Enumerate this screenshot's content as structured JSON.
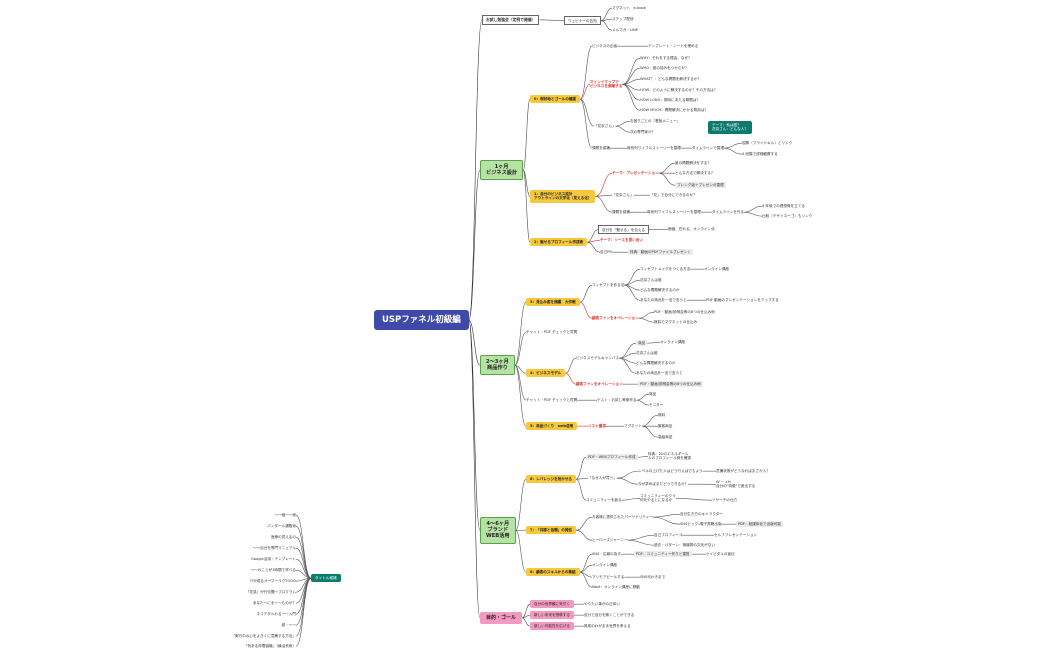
{
  "root": "USPファネル初級編",
  "top": {
    "session": "お試し勉強会（定例で開催）",
    "session_child": "ウェビナーの告知",
    "session_leaves": [
      "マグネット　e-book",
      "ステップ配信",
      "メルマガ・LINE"
    ]
  },
  "month1": {
    "label": "1ヶ月\nビジネス設計",
    "sec0": "0：現状地とゴールの確認",
    "biz_start": "ビジネスの企画",
    "template": "テンプレート・シートを埋める",
    "mindmap": "マインドマップで\nビジネスを俯瞰する",
    "mindmap_items": [
      "WHY：それをする理由、なぜ？",
      "WHO：誰の悩みをつかむか？",
      "WHAT？：どんな問題を解決するか？",
      "HOW：どのように解決するのか？その方法は？",
      "HOW LONG：期待にあたる期間は？",
      "HOW MUCH：問題解決にかかる費用は？"
    ],
    "hanako": "「花奈さん」",
    "hanako_items": [
      "お困りごとの『看板メニュー』",
      "次の専門家か？"
    ],
    "teal_note": "テーマ：私は誰？\n花奈さん：どんな人？",
    "issue": "課題を認識",
    "issue_mid": "時系列ワイフルストーリーを整理",
    "timeline": "タイムラインで整理",
    "timeline_items": [
      "悩奪（プライドキル）とリンク",
      "4 段階で詳細観察する"
    ],
    "sec1": "1：自分のビジネス設計\nアウトラインの文字化（見える化）",
    "theme_present": "テーマ：プレゼンテーション",
    "theme_items": [
      "誰の問題解決をする？",
      "どんな方法で解決する？"
    ],
    "pill_present": "プレシグ組＋プレゼンの整理",
    "hanako2": "「花奈さん」",
    "hanako2_note": "「花」で自分にできるのか？",
    "issue2": "課題を認識",
    "issue2_mid": "時系列ワイフルストーリーを整理",
    "timeline2": "タイムラインを作る",
    "timeline2_items": [
      "4 年後での理想像を立てる",
      "比較（デザイネーゴ）もリンク"
    ],
    "sec2": "2：魅せるプロフィール作成術",
    "outline_node": "自分を『魅せる』を伝える",
    "outline_child": "価値、在れる、オンライン化",
    "theme_source": "テーマ：ソースを思い出い",
    "self_pr": "自己PR",
    "self_pr_child": "特典：動画のPDFファイルプレゼント"
  },
  "month23": {
    "label": "2～3ヶ月\n商品作り",
    "sec3": "3：見込み客を捕獲　大作戦",
    "concept": "コンセプトを作る法",
    "concept_items": [
      "コンセプトメイクをつくる方法",
      "花奈さんは誰",
      "どんな問題解決するのか",
      "あなたの商品を一言で言うと"
    ],
    "online": "オンライン講座",
    "pdf_present": "PDF 動画のプレゼンテーションをアップする",
    "mid_funnel": "顧客ファンをオペレーション",
    "mid_funnel_items": [
      "PDF・動画/説明会等の8つの仕込み術",
      "無料でマグネットの仕込み"
    ],
    "chat": "チャット・PDF チェックと質問",
    "sec4": "4：ビジネスモデル",
    "canvas": "ビジネスモデルキャンバス",
    "canvas_items": [
      "商品",
      "花奈さんは誰",
      "どんな問題解決するのか",
      "あなたの商品を一言で言うと"
    ],
    "online2": "オンライン講座",
    "mid_funnel2": "顧客ファンをオペレーション",
    "mid_funnel2_child": "PDF・動画/説明会等の8つの仕込み術",
    "chat2": "チャット・PDF チェックと質問",
    "test_sell": "テスト・お試し等案作る",
    "test_items": [
      "商品",
      "モニター"
    ],
    "sec5": "5：商品づくり　web活用",
    "list_get": "リスト獲得",
    "magnet": "マグネット",
    "magnet_items": [
      "無料",
      "集客商品",
      "高級商品"
    ]
  },
  "month46": {
    "label": "4～6ヶ月\nブランド\nWEB活用",
    "sec6": "6：レバレッジを効かせる",
    "pdf_web": "PDF・WEBプロフィール作成",
    "pdf_web_child": "特典：20のエネルギール\n人のプロフィール例を確認",
    "buy_reason": "「なぜ人が買う」",
    "buy_items": [
      "レベルの上げた人はどう行えばでもよう",
      "今が求めばまだどうできるか？"
    ],
    "buy_item1_child": "意識状態がどうなればまさか入？",
    "buy_item2_child": "W ~ ×H\n自分の\"特徴\"で差出する",
    "community": "コミュニティーを創る",
    "community_child": "コミュニティーのクラ\n何をやるとになるか",
    "community_right": "ソサーチの仕方",
    "sec7": "7：「共感と信頼」の発信",
    "persona": "お客様に提供されたパーソナリティー",
    "persona_items": [
      "自分生き方のキャラクター",
      "SNSビッグ"
    ],
    "email": "電子書籍出版",
    "pdf_cover": "PDF：紙媒体化で出版可能",
    "hero": "ヒーローズジャーニー",
    "hero_items": [
      "自己プロフィール",
      "過去・パターン：無機物の文化がない"
    ],
    "self_present": "セルフプレゼンテーション",
    "sec8": "8：顧客のスキルからの集結",
    "sns_ads": "SNS・広報の為す",
    "pdf_community": "PDF：コミュニティー作りと運営",
    "ads_cap": "ケイピタルの宣伝",
    "online_lecture": "オンライン講座",
    "merit": "マリモアピールする",
    "merit_child": "SNS代わきまで",
    "next": "Next：オンライン講座に移動"
  },
  "goal": {
    "label": "目的・ゴール",
    "items": [
      "自分の世界観に気付く",
      "新しい未来を想像する",
      "新しい可能性を広げる"
    ],
    "notes": [
      "やりたい事がの正体い",
      "自分で自分を築くことができる",
      "既成のわがまま世界を考える"
    ]
  },
  "titles": {
    "label": "タイトル候補",
    "items": [
      "〜〜個〜〜術",
      "パンタール通販術",
      "医療の見えるの",
      "〜〜自分を専門マニュアル",
      "Google活用・テンプレート",
      "〜〜のことが1時間で学べる",
      "ITが成るオーブーラクTOOO",
      "「花成」が行伝聞〜プログラム",
      "あなた〜にを〜〜ものか？",
      "ネコデタルわるー〜入門",
      "超・〜〜",
      "『実行中の心をよきくに意識する方法』",
      "『気ある仲間協機』（練活系術）"
    ]
  }
}
